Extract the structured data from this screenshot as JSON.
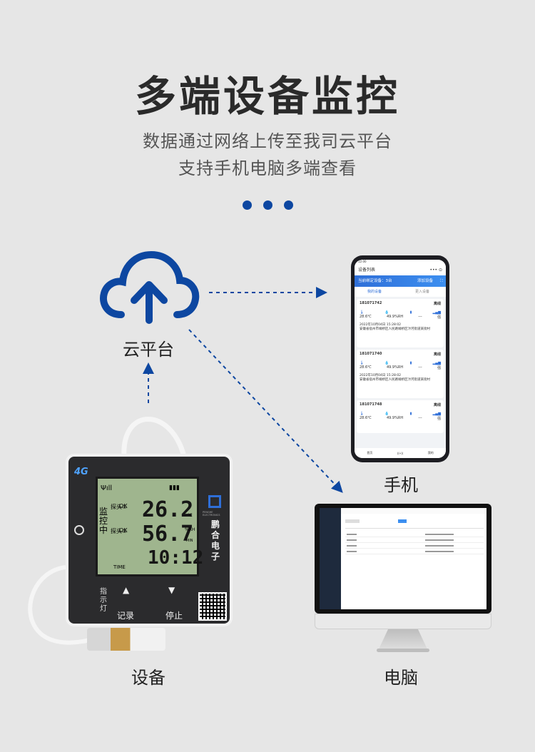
{
  "header": {
    "title": "多端设备监控",
    "subtitle_line1": "数据通过网络上传至我司云平台",
    "subtitle_line2": "支持手机电脑多端查看"
  },
  "labels": {
    "cloud": "云平台",
    "phone": "手机",
    "computer": "电脑",
    "device": "设备"
  },
  "colors": {
    "accent": "#0d47a1",
    "background": "#e6e6e6"
  },
  "phone_app": {
    "status_time": "12:00",
    "title": "设备列表",
    "bound_devices": "当前绑定设备：3台",
    "add_device": "添加设备",
    "tab_my": "我的设备",
    "tab_shared": "更入设备",
    "cards": [
      {
        "id": "181071742",
        "status": "离线",
        "temp": "28.6℃",
        "hum": "49.9%RH",
        "battery": "---",
        "signal": "强",
        "time": "2022年10月04日 15:28:02",
        "address": "安徽省宿州市埇桥区人民路埇桥区汴河街道某街村"
      },
      {
        "id": "181071740",
        "status": "离线",
        "temp": "28.6℃",
        "hum": "49.9%RH",
        "battery": "---",
        "signal": "强",
        "time": "2022年10月04日 15:28:02",
        "address": "安徽省宿州市埇桥区人民路埇桥区汴河街道某街村"
      },
      {
        "id": "181071748",
        "status": "离线",
        "temp": "28.6℃",
        "hum": "49.9%RH",
        "battery": "---",
        "signal": "强"
      }
    ],
    "nav": [
      "首页",
      "",
      "我的"
    ]
  },
  "device": {
    "network": "4G",
    "probe1": "探头①",
    "probe2": "探头②",
    "ok1": "OK",
    "ok2": "OK",
    "mode": "监控中",
    "temp": "26.2",
    "temp_unit": "℃",
    "hum": "56.7",
    "hum_unit": "%RH",
    "min": "MIN",
    "clock": "10:12",
    "time_label": "TIME",
    "brand_en": "PENGHE ELECTRONICS",
    "brand_cn": "鹏合电子",
    "indicator": "指示灯",
    "record": "记录",
    "stop": "停止"
  }
}
